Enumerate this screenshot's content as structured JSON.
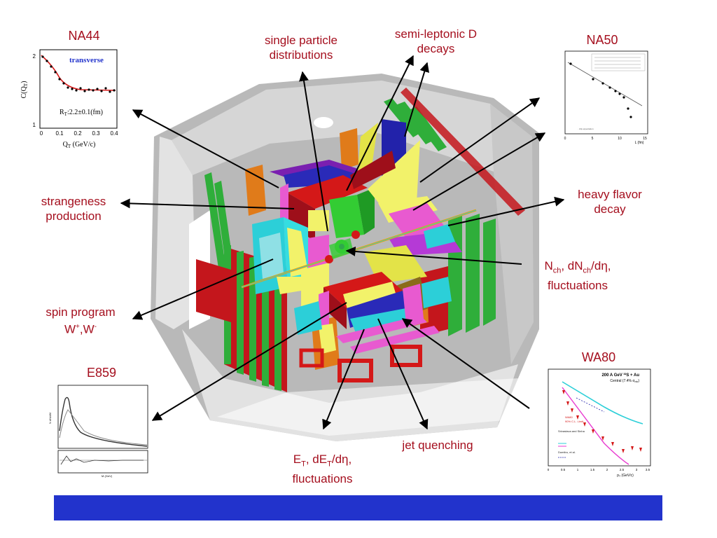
{
  "labels": {
    "single_particle": [
      "single particle",
      "distributions"
    ],
    "semi_leptonic": [
      "semi-leptonic D",
      "decays"
    ],
    "strangeness": [
      "strangeness",
      "production"
    ],
    "heavy_flavor": [
      "heavy flavor",
      "decay"
    ],
    "nch": {
      "line1_pre": "N",
      "line1_sub1": "ch",
      "line1_mid": ", dN",
      "line1_sub2": "ch",
      "line1_post": "/dη,",
      "line2": "fluctuations"
    },
    "spin": {
      "line1": "spin program",
      "line2_pre": "W",
      "line2_sup1": "+",
      "line2_mid": ",W",
      "line2_sup2": "-"
    },
    "et": {
      "pre": "E",
      "sub1": "T",
      "mid": ", dE",
      "sub2": "T",
      "post": "/dη,",
      "line2": "fluctuations"
    },
    "jet": "jet quenching"
  },
  "insets": {
    "na44": {
      "title": "NA44",
      "ylabel": "C(Q",
      "ylabel_sub": "T",
      "ylabel_end": ")",
      "legend": "transverse",
      "annotation": "R",
      "annotation_sub": "T",
      "annotation_end": ":2.2±0.1(fm)",
      "xlabel": "Q",
      "xlabel_sub": "T",
      "xlabel_end": " (GeV/c)",
      "xticks": [
        "0",
        "0.1",
        "0.2",
        "0.3",
        "0.4"
      ],
      "yticks": [
        "1",
        "2"
      ]
    },
    "na50": {
      "title": "NA50",
      "xlabel": "L (fm)",
      "xticks": [
        "0",
        "5",
        "10",
        "15"
      ]
    },
    "e859": {
      "title": "E859"
    },
    "wa80": {
      "title": "WA80",
      "header": "200 A GeV ³²S + Au",
      "subheader": "Central (7.4% σ",
      "subheader_sub": "mb",
      "subheader_end": ")",
      "xlabel": "p",
      "xlabel_sub": "T",
      "xlabel_end": " (GeV/c)",
      "xticks": [
        "0",
        "0.5",
        "1",
        "1.5",
        "2",
        "2.5",
        "3",
        "3.5"
      ],
      "legend_wa80": "WA80",
      "legend_wa80_2": "90% C.L. Limit",
      "legend_hydro": "Srivastava and Sinha",
      "legend_dumitru": "Dumitru, et al."
    }
  },
  "colors": {
    "label": "#a50f1e",
    "footer": "#2233cc",
    "inset_title": "#a50f1e"
  }
}
